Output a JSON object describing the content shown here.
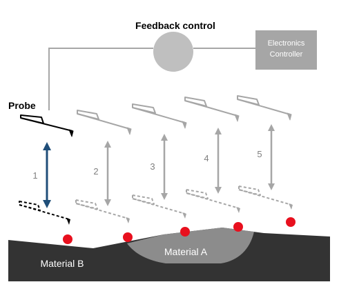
{
  "title": "Feedback control",
  "controller": {
    "line1": "Electronics",
    "line2": "Controller"
  },
  "probe_label": "Probe",
  "steps": [
    "1",
    "2",
    "3",
    "4",
    "5"
  ],
  "materials": {
    "a": "Material A",
    "b": "Material B"
  },
  "colors": {
    "active_arrow": "#1f4e79",
    "inactive": "#a6a6a6",
    "black": "#000000",
    "sample": "#333333",
    "material_a": "#8c8c8c",
    "marker": "#e8101e",
    "controller_box": "#a6a6a6",
    "feedback_node": "#bfbfbf"
  }
}
